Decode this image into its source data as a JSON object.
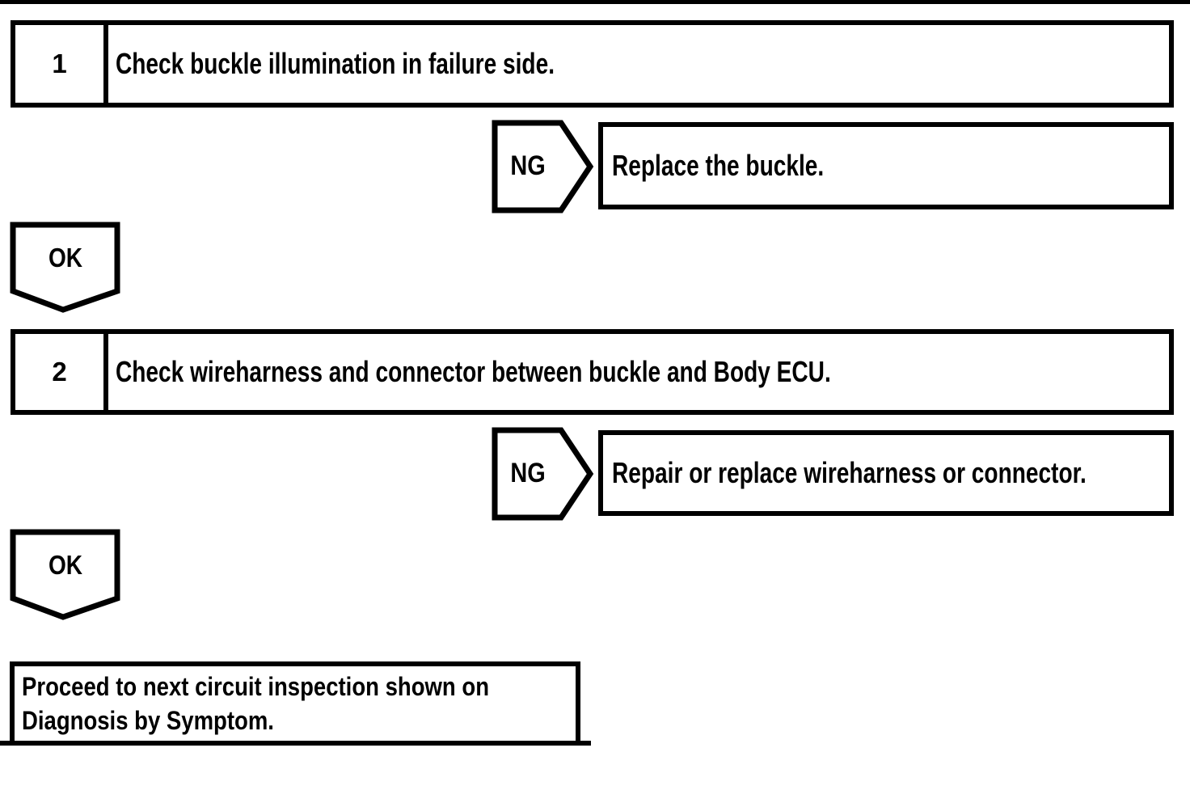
{
  "page": {
    "ink_color": "#000000",
    "paper_color": "#ffffff"
  },
  "flowchart": {
    "steps": [
      {
        "number": "1",
        "instruction": "Check buckle illumination in failure side.",
        "ng_label": "NG",
        "ng_action": "Replace the buckle.",
        "ok_label": "OK"
      },
      {
        "number": "2",
        "instruction": "Check wireharness and connector between buckle and Body ECU.",
        "ng_label": "NG",
        "ng_action": "Repair or replace wireharness or connector.",
        "ok_label": "OK"
      }
    ],
    "result": {
      "line1": "Proceed to next circuit inspection shown on",
      "line2": "Diagnosis by Symptom."
    }
  }
}
